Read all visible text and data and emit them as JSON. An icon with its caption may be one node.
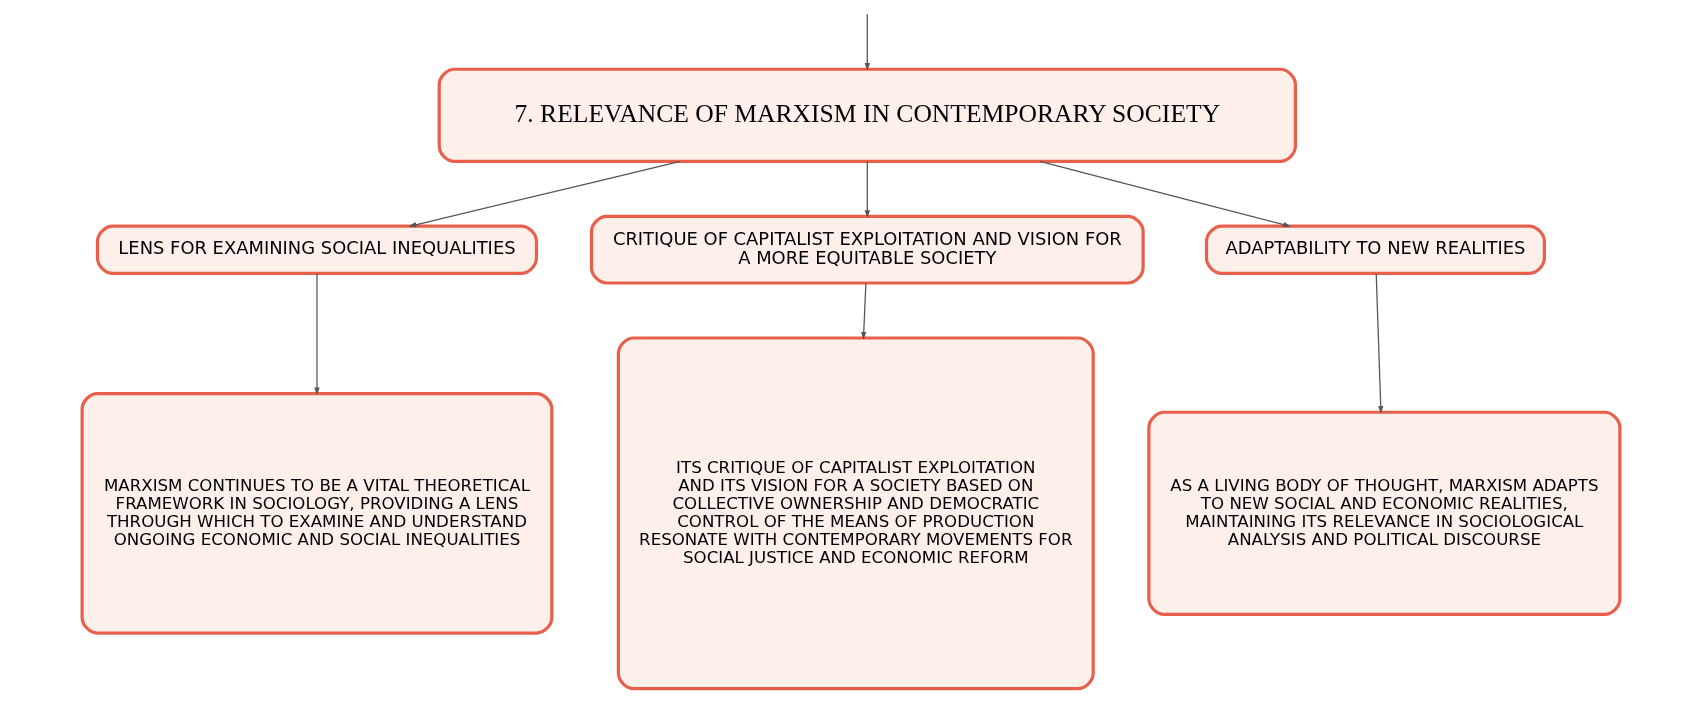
{
  "diagram": {
    "nodes": [
      {
        "text": [
          "7. RELEVANCE OF MARXISM IN CONTEMPORARY SOCIETY"
        ]
      },
      {
        "text": [
          "LENS FOR EXAMINING SOCIAL INEQUALITIES"
        ]
      },
      {
        "text": [
          "CRITIQUE OF CAPITALIST EXPLOITATION AND VISION FOR A MORE EQUITABLE SOCIETY"
        ]
      },
      {
        "text": [
          "ADAPTABILITY TO NEW REALITIES"
        ]
      },
      {
        "text": [
          "MARXISM CONTINUES TO BE A VITAL THEORETICAL FRAMEWORK IN SOCIOLOGY, PROVIDING A LENS THROUGH WHICH TO EXAMINE AND UNDERSTAND ONGOING ECONOMIC AND SOCIAL INEQUALITIES"
        ]
      },
      {
        "text": [
          "ITS CRITIQUE OF CAPITALIST EXPLOITATION AND ITS VISION FOR A SOCIETY BASED ON COLLECTIVE OWNERSHIP AND DEMOCRATIC CONTROL OF THE MEANS OF PRODUCTION RESONATE WITH CONTEMPORARY MOVEMENTS FOR SOCIAL JUSTICE AND ECONOMIC REFORM"
        ]
      },
      {
        "text": [
          "AS A LIVING BODY OF THOUGHT, MARXISM ADAPTS TO NEW SOCIAL AND ECONOMIC REALITIES, MAINTAINING ITS RELEVANCE IN SOCIOLOGICAL ANALYSIS AND POLITICAL DISCOURSE"
        ]
      }
    ],
    "edges": [
      {
        "from": null,
        "to": 0,
        "arrow": "to"
      },
      {
        "from": 0,
        "to": 1,
        "arrow": "to"
      },
      {
        "from": 0,
        "to": 2,
        "arrow": "to"
      },
      {
        "from": 0,
        "to": 3,
        "arrow": "to"
      },
      {
        "from": 1,
        "to": 4,
        "arrow": "to"
      },
      {
        "from": 2,
        "to": 5,
        "arrow": "to"
      },
      {
        "from": 3,
        "to": 6,
        "arrow": "to"
      }
    ]
  }
}
